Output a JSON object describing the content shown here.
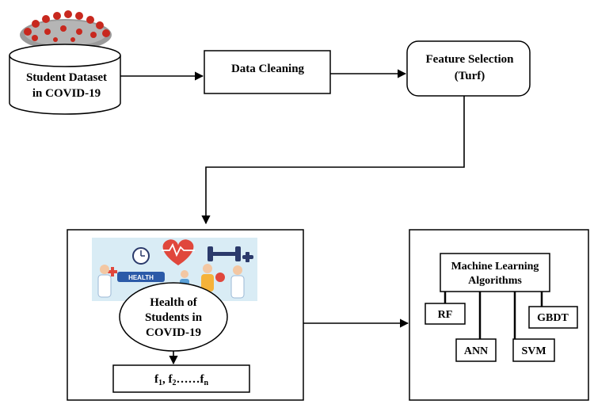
{
  "nodes": {
    "dataset": {
      "line1": "Student Dataset",
      "line2": "in COVID-19"
    },
    "cleaning": {
      "label": "Data Cleaning"
    },
    "feature": {
      "line1": "Feature Selection",
      "line2": "(Turf)"
    },
    "health": {
      "line1": "Health of",
      "line2": "Students in",
      "line3": "COVID-19",
      "banner_text": "HEALTH"
    },
    "features_box": {
      "base": "f",
      "sub1": "1",
      "sep1": ", ",
      "sub2": "2",
      "dots": "……",
      "subn": "n"
    },
    "ml": {
      "line1": "Machine Learning",
      "line2": "Algorithms"
    },
    "algorithms": [
      "RF",
      "ANN",
      "SVM",
      "GBDT"
    ]
  },
  "colors": {
    "stroke": "#000000",
    "virus_red": "#c8281e",
    "virus_grey": "#9a9a9a",
    "illustration_bg": "#d9ecf5",
    "heart_red": "#e0473c",
    "dumbbell_navy": "#2b3a6b"
  }
}
